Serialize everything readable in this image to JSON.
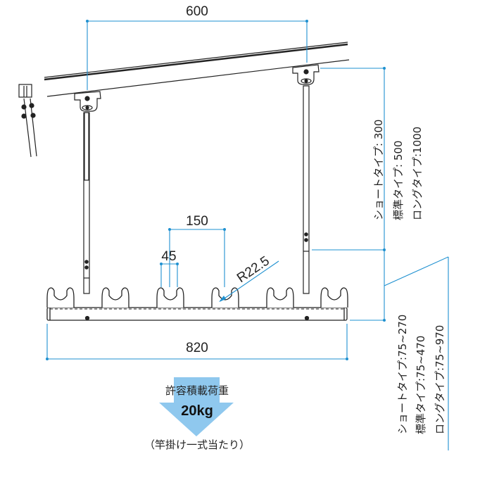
{
  "diagram": {
    "title": "Ceiling-mounted laundry pole hanger dimension drawing",
    "colors": {
      "dimension_line": "#1e90d0",
      "arrow_fill": "#8fc8ee",
      "outline": "#222222",
      "background": "#ffffff"
    },
    "dimensions": {
      "hanger_spacing": "600",
      "overall_width": "820",
      "hook_pitch": "150",
      "hook_width": "45",
      "hook_radius": "R22.5"
    },
    "rod_length": {
      "short": "ショートタイプ:  300",
      "standard": "標準タイプ:  500",
      "long": "ロングタイプ:1000"
    },
    "adjust_range": {
      "short": "ショートタイプ:75~270",
      "standard": "標準タイプ:75~470",
      "long": "ロングタイプ:75~970"
    },
    "load": {
      "title": "許容積載荷重",
      "value": "20kg",
      "note": "（竿掛け一式当たり）",
      "arrow_icon": "down-arrow-icon"
    }
  }
}
